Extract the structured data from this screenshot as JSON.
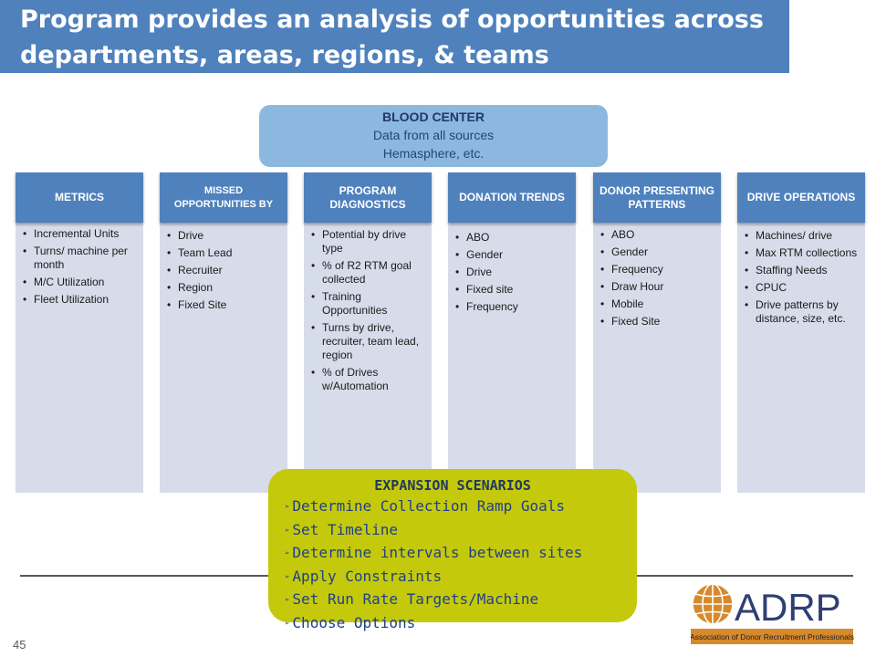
{
  "title": "Program provides an analysis of opportunities across departments, areas, regions, & teams",
  "blood_center": {
    "title": "BLOOD CENTER",
    "lines": [
      "Data from all sources",
      "Hemasphere, etc."
    ]
  },
  "columns": [
    {
      "header": "METRICS",
      "items": [
        "Incremental Units",
        "Turns/ machine per month",
        "M/C Utilization",
        "Fleet Utilization"
      ]
    },
    {
      "header": "MISSED OPPORTUNITIES BY",
      "items": [
        "Drive",
        "Team Lead",
        "Recruiter",
        "Region",
        "Fixed Site"
      ]
    },
    {
      "header": "PROGRAM DIAGNOSTICS",
      "items": [
        "Potential by drive type",
        "% of R2 RTM goal collected",
        "Training Opportunities",
        "Turns by drive, recruiter, team lead, region",
        "% of Drives w/Automation"
      ]
    },
    {
      "header": "DONATION TRENDS",
      "items": [
        "ABO",
        "Gender",
        "Drive",
        "Fixed site",
        "Frequency"
      ]
    },
    {
      "header": "DONOR PRESENTING PATTERNS",
      "items": [
        "ABO",
        "Gender",
        "Frequency",
        "Draw Hour",
        "Mobile",
        "Fixed Site"
      ]
    },
    {
      "header": "DRIVE OPERATIONS",
      "items": [
        "Machines/ drive",
        "Max RTM collections",
        "Staffing Needs",
        "CPUC",
        "Drive patterns by distance, size, etc."
      ]
    }
  ],
  "expansion": {
    "title": "EXPANSION SCENARIOS",
    "items": [
      "Determine Collection Ramp Goals",
      "Set Timeline",
      "Determine intervals between sites",
      "Apply Constraints",
      "Set Run Rate Targets/Machine",
      "Choose Options"
    ]
  },
  "page_number": "45",
  "logo": {
    "name": "ADRP",
    "subtitle": "Association of Donor Recruitment Professionals",
    "icon": "globe-icon"
  },
  "colors": {
    "title_bar": "#4f81bd",
    "column_header": "#4f81bd",
    "column_body": "#d6dcea",
    "blood_box": "#8cb8e0",
    "expansion_box": "#c5c90b",
    "logo_orange": "#d68a2c",
    "logo_navy": "#2e3f73"
  }
}
